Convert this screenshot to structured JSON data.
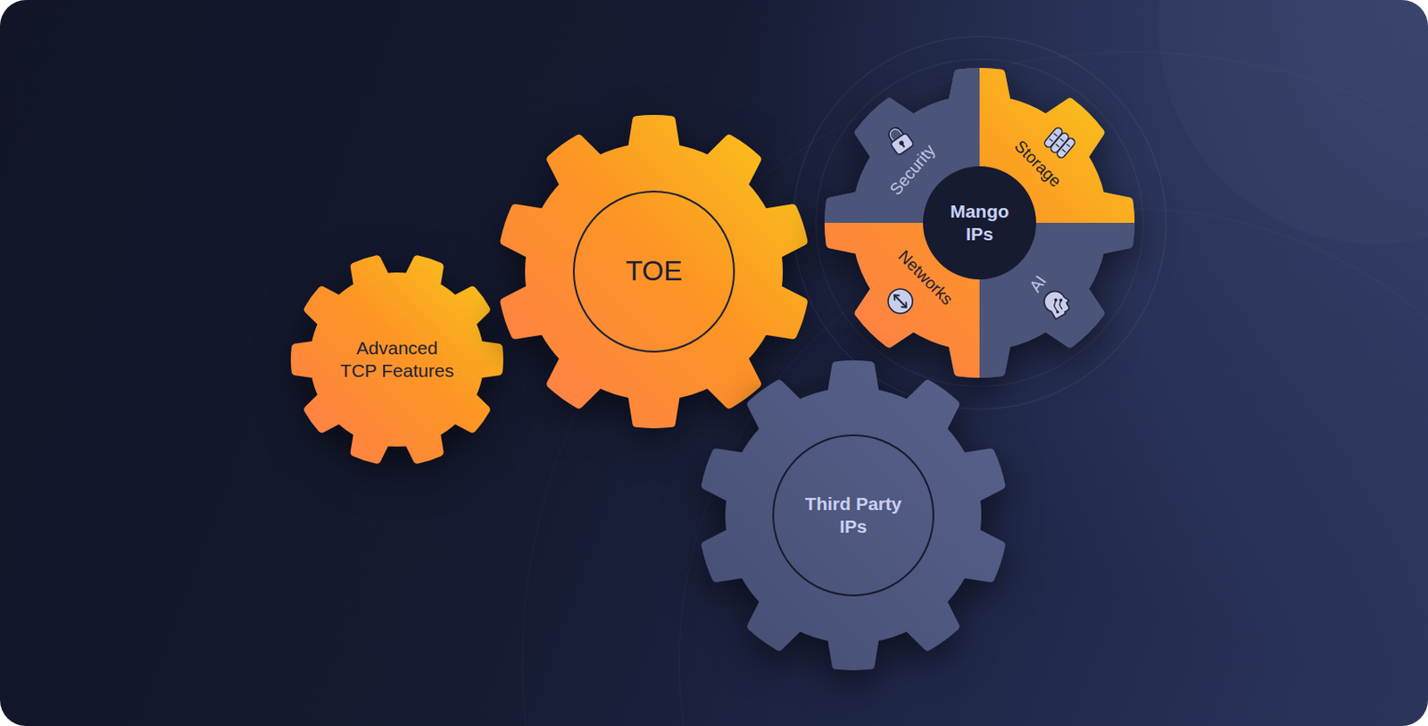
{
  "diagram": {
    "nodes": [
      {
        "text": [
          "Advanced TCP Features"
        ]
      },
      {
        "text": [
          "TOE"
        ]
      },
      {
        "text": [
          "Mango IPs"
        ]
      },
      {
        "text": [
          "Security"
        ],
        "in": 2
      },
      {
        "text": [
          "Storage"
        ],
        "in": 2
      },
      {
        "text": [
          "Networks"
        ],
        "in": 2
      },
      {
        "text": [
          "AI"
        ],
        "in": 2
      },
      {
        "text": [
          "Third Party IPs"
        ]
      }
    ]
  }
}
